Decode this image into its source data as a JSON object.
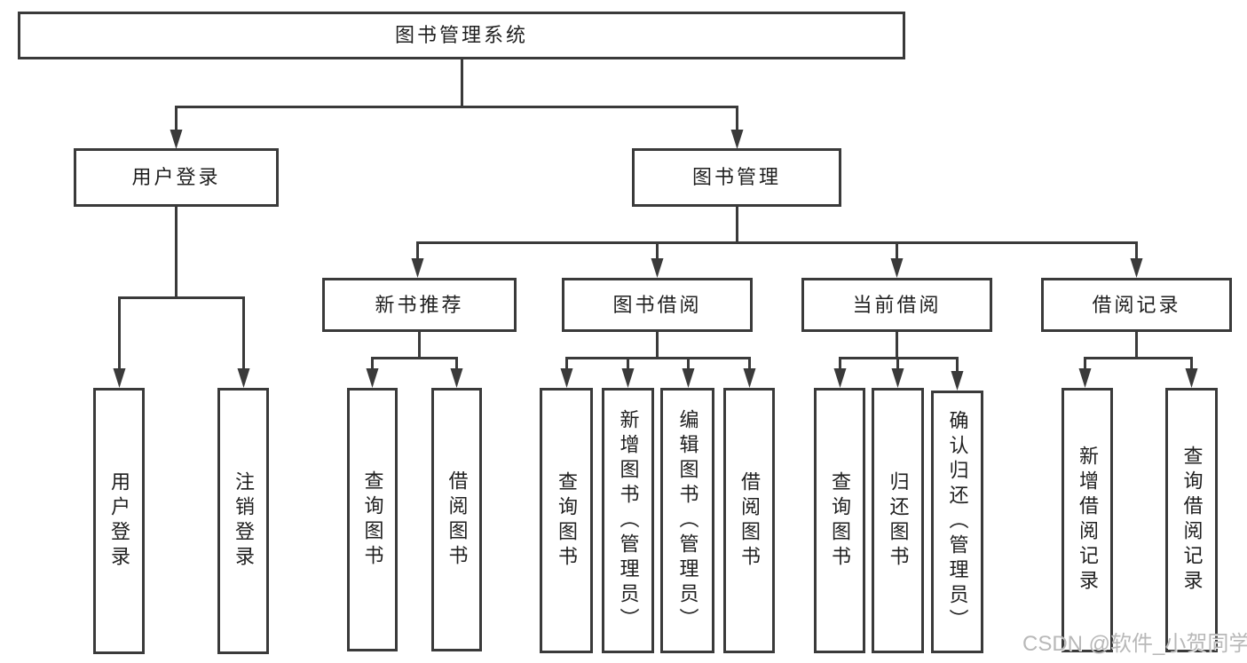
{
  "tree": {
    "label": "图书管理系统",
    "children": [
      {
        "label": "用户登录",
        "children": [
          {
            "label": "用户登录"
          },
          {
            "label": "注销登录"
          }
        ]
      },
      {
        "label": "图书管理",
        "children": [
          {
            "label": "新书推荐",
            "children": [
              {
                "label": "查询图书"
              },
              {
                "label": "借阅图书"
              }
            ]
          },
          {
            "label": "图书借阅",
            "children": [
              {
                "label": "查询图书"
              },
              {
                "label": "新增图书（管理员）"
              },
              {
                "label": "编辑图书（管理员）"
              },
              {
                "label": "借阅图书"
              }
            ]
          },
          {
            "label": "当前借阅",
            "children": [
              {
                "label": "查询图书"
              },
              {
                "label": "归还图书"
              },
              {
                "label": "确认归还（管理员）"
              }
            ]
          },
          {
            "label": "借阅记录",
            "children": [
              {
                "label": "新增借阅记录"
              },
              {
                "label": "查询借阅记录"
              }
            ]
          }
        ]
      }
    ]
  },
  "watermark": {
    "text": "CSDN @软件_小贺同学"
  },
  "colors": {
    "border": "#3a3a3a",
    "line": "#3a3a3a",
    "text": "#1f1f1f",
    "watermark": "#b8b8b8",
    "background": "#ffffff"
  }
}
